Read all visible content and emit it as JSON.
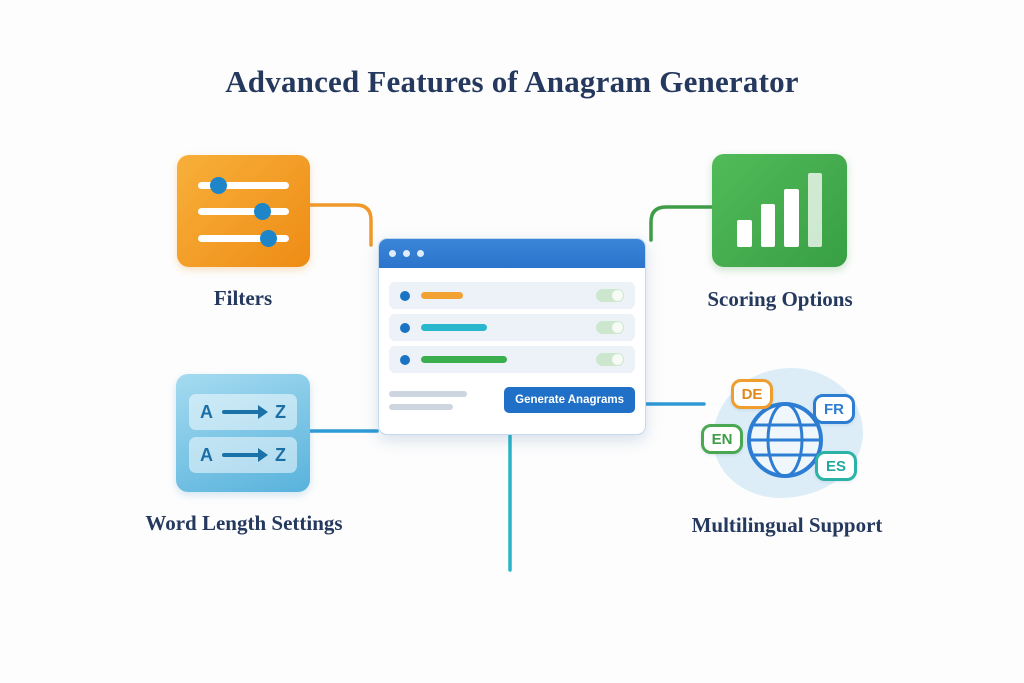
{
  "title": "Advanced Features of Anagram Generator",
  "features": {
    "filters": {
      "label": "Filters"
    },
    "scoring": {
      "label": "Scoring Options"
    },
    "word_length": {
      "label": "Word Length Settings"
    },
    "multilingual": {
      "label": "Multilingual Support"
    }
  },
  "word_length_icon": {
    "rows": [
      {
        "from": "A",
        "to": "Z"
      },
      {
        "from": "A",
        "to": "Z"
      }
    ]
  },
  "languages": [
    {
      "code": "DE",
      "style": "color:#e1861b;border-color:#f09d2e"
    },
    {
      "code": "FR",
      "style": "color:#2d7dd2;border-color:#2d7dd2"
    },
    {
      "code": "EN",
      "style": "color:#3f9d47;border-color:#4aa852"
    },
    {
      "code": "ES",
      "style": "color:#23a89d;border-color:#2bb3a8"
    }
  ],
  "browser": {
    "window_dots": 3,
    "rows": [
      {
        "bar_style": "background:#f2a232;width:42px"
      },
      {
        "bar_style": "background:#28b7cc;width:66px"
      },
      {
        "bar_style": "background:#3bae4d;width:86px"
      }
    ],
    "generate_button": "Generate Anagrams"
  },
  "colors": {
    "navy_text": "#25395e",
    "orange": "#f0992a",
    "green": "#3f9d47",
    "blue": "#2d7dd2",
    "light_blue": "#2e9ad6",
    "teal": "#2ab5c9"
  }
}
